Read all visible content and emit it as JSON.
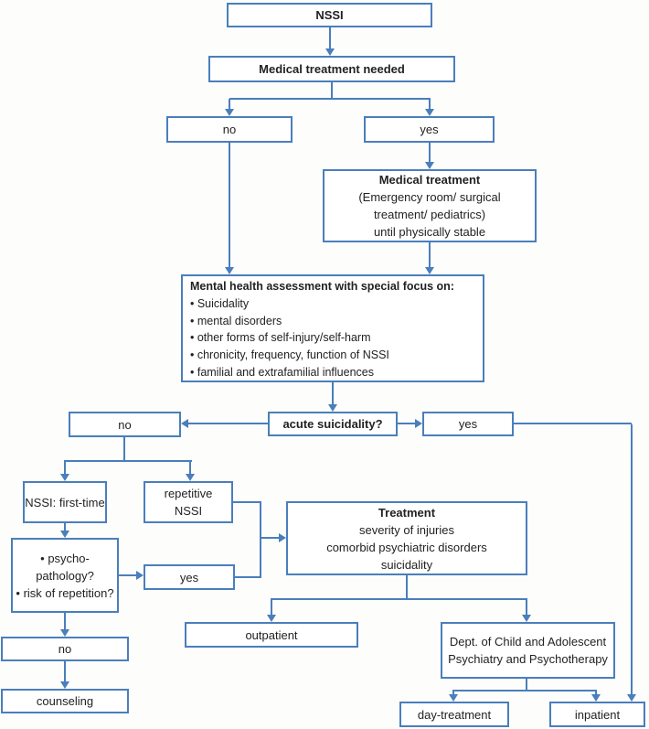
{
  "diagram": {
    "accent_color": "#4a7ebc",
    "background_color": "#fdfdfb",
    "nodes": {
      "nssi": {
        "label": "NSSI"
      },
      "medical_treatment_needed": {
        "label": "Medical treatment needed"
      },
      "medical_no": {
        "label": "no"
      },
      "medical_yes": {
        "label": "yes"
      },
      "medical_treatment": {
        "title": "Medical treatment",
        "lines": [
          "(Emergency room/ surgical",
          "treatment/ pediatrics)",
          "until physically stable"
        ]
      },
      "assessment": {
        "title": "Mental health assessment with special focus on:",
        "bullets": [
          "• Suicidality",
          "• mental disorders",
          "• other forms of self-injury/self-harm",
          "• chronicity, frequency, function of NSSI",
          "• familial and extrafamilial influences"
        ]
      },
      "suicidality_no": {
        "label": "no"
      },
      "acute_suicidality": {
        "label": "acute suicidality?"
      },
      "suicidality_yes": {
        "label": "yes"
      },
      "nssi_first_time": {
        "label": "NSSI: first-time"
      },
      "repetitive_nssi": {
        "label": "repetitive NSSI"
      },
      "risk_assessment": {
        "bullets": [
          "• psycho-pathology?",
          "• risk of repetition?"
        ]
      },
      "risk_yes": {
        "label": "yes"
      },
      "treatment": {
        "title": "Treatment",
        "lines": [
          "severity of injuries",
          "comorbid psychiatric disorders",
          "suicidality"
        ]
      },
      "outpatient": {
        "label": "outpatient"
      },
      "department": {
        "label": "Dept. of Child and Adolescent Psychiatry and Psychotherapy"
      },
      "risk_no": {
        "label": "no"
      },
      "counseling": {
        "label": "counseling"
      },
      "day_treatment": {
        "label": "day-treatment"
      },
      "inpatient": {
        "label": "inpatient"
      }
    }
  }
}
